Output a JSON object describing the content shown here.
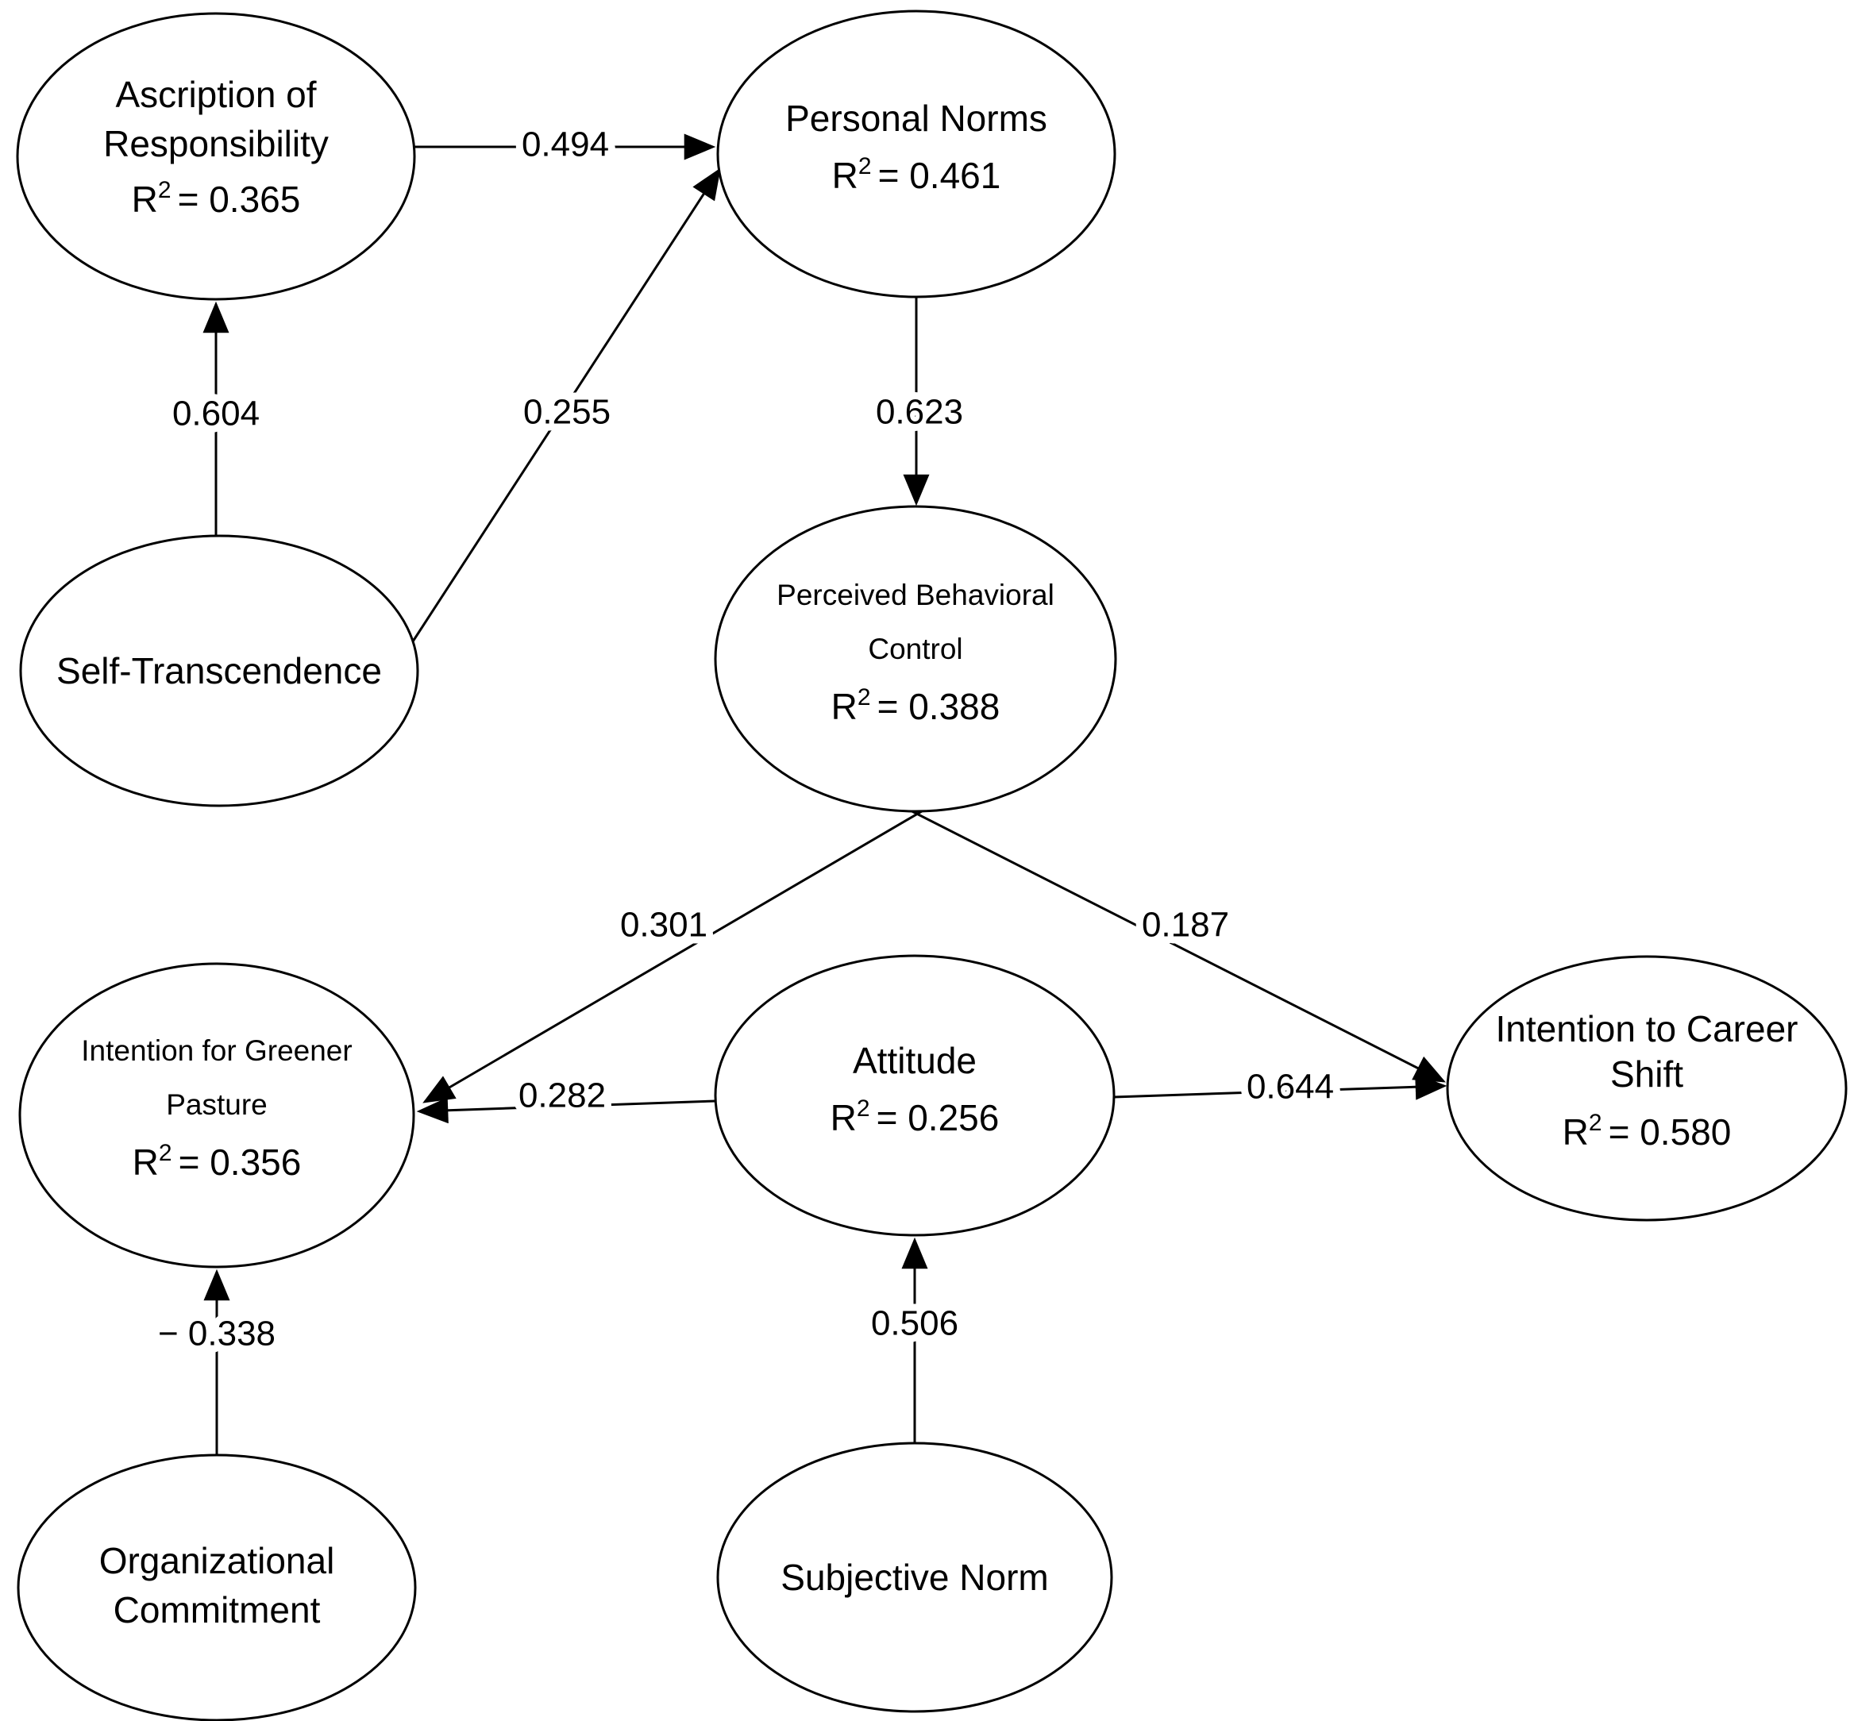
{
  "diagram": {
    "type": "path-model",
    "background": "#ffffff",
    "stroke_color": "#000000",
    "r_symbol": "R",
    "r_sup": "2",
    "nodes": [
      {
        "id": "ascription-of-responsibility",
        "line1": "Ascription of",
        "line2": "Responsibility",
        "r2": "= 0.365"
      },
      {
        "id": "personal-norms",
        "line1": "Personal Norms",
        "r2": "= 0.461"
      },
      {
        "id": "self-transcendence",
        "line1": "Self-Transcendence"
      },
      {
        "id": "perceived-behavioral-control",
        "line1": "Perceived Behavioral",
        "line2": "Control",
        "r2": "= 0.388"
      },
      {
        "id": "intention-for-greener-pasture",
        "line1": "Intention for Greener",
        "line2": "Pasture",
        "r2": "= 0.356"
      },
      {
        "id": "attitude",
        "line1": "Attitude",
        "r2": "= 0.256"
      },
      {
        "id": "intention-to-career-shift",
        "line1": "Intention to Career",
        "line2": "Shift",
        "r2": "= 0.580"
      },
      {
        "id": "organizational-commitment",
        "line1": "Organizational",
        "line2": "Commitment"
      },
      {
        "id": "subjective-norm",
        "line1": "Subjective Norm"
      }
    ],
    "edges": [
      {
        "from": "self-transcendence",
        "to": "ascription-of-responsibility",
        "label": "0.604"
      },
      {
        "from": "ascription-of-responsibility",
        "to": "personal-norms",
        "label": "0.494"
      },
      {
        "from": "self-transcendence",
        "to": "personal-norms",
        "label": "0.255"
      },
      {
        "from": "personal-norms",
        "to": "perceived-behavioral-control",
        "label": "0.623"
      },
      {
        "from": "perceived-behavioral-control",
        "to": "intention-for-greener-pasture",
        "label": "0.301"
      },
      {
        "from": "perceived-behavioral-control",
        "to": "intention-to-career-shift",
        "label": "0.187"
      },
      {
        "from": "attitude",
        "to": "intention-for-greener-pasture",
        "label": "0.282"
      },
      {
        "from": "attitude",
        "to": "intention-to-career-shift",
        "label": "0.644"
      },
      {
        "from": "organizational-commitment",
        "to": "intention-for-greener-pasture",
        "label": "− 0.338"
      },
      {
        "from": "subjective-norm",
        "to": "attitude",
        "label": "0.506"
      }
    ]
  }
}
